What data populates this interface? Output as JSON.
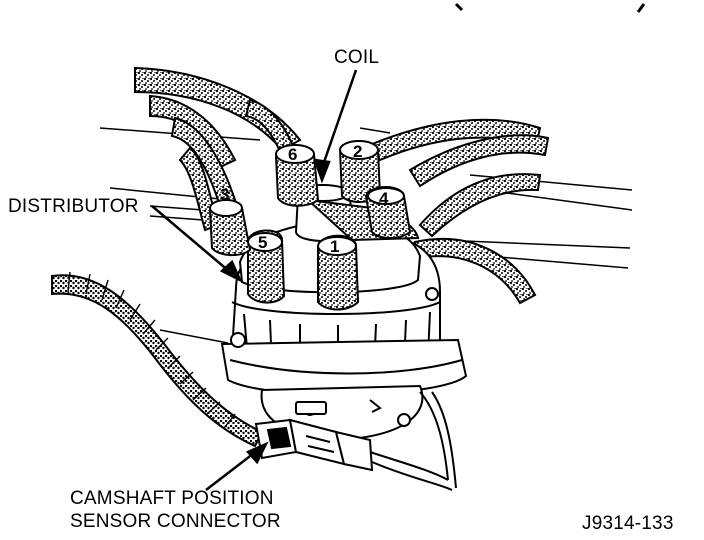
{
  "labels": {
    "coil": "COIL",
    "distributor": "DISTRIBUTOR",
    "camshaft_line1": "CAMSHAFT POSITION",
    "camshaft_line2": "SENSOR CONNECTOR",
    "figure_id": "J9314-133"
  },
  "terminals": [
    "1",
    "2",
    "3",
    "4",
    "5",
    "6"
  ],
  "colors": {
    "ink": "#000000",
    "paper": "#ffffff",
    "wire_fill": "#9a9a9a"
  }
}
